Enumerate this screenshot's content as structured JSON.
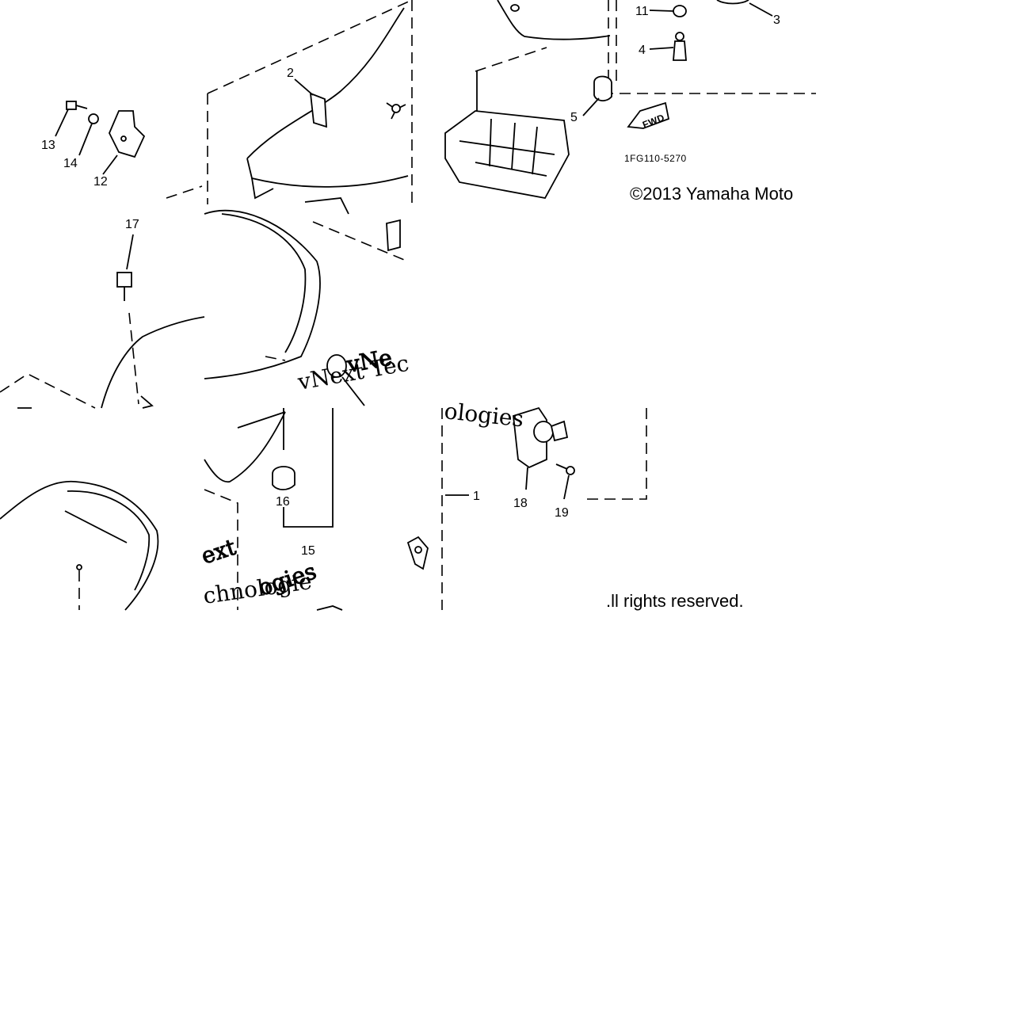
{
  "callouts": {
    "n1": "1",
    "n2": "2",
    "n3": "3",
    "n4": "4",
    "n5": "5",
    "n11": "11",
    "n12": "12",
    "n13": "13",
    "n14": "14",
    "n15": "15",
    "n16": "16",
    "n17": "17",
    "n18": "18",
    "n19": "19"
  },
  "fwd_label": "FWD",
  "diagram_ref": "1FG110-5270",
  "copyright_line1": "©2013 Yamaha Moto",
  "copyright_line2": ".ll rights reserved.",
  "watermarks": {
    "w1": "vNext Tec",
    "w2": "vNe",
    "w3": "ologies",
    "w4": "chnologie",
    "w5": "ext",
    "w6": "ogies"
  }
}
